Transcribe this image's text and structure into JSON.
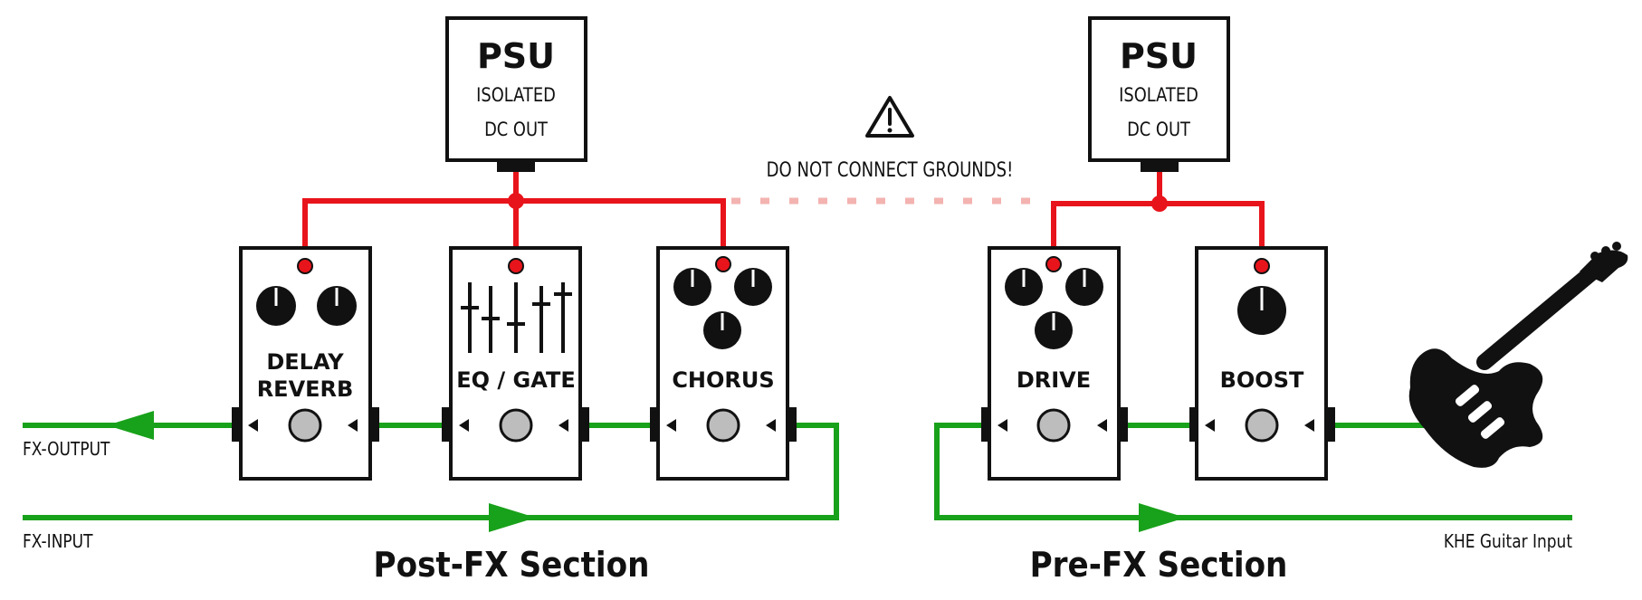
{
  "colors": {
    "power": "#e8141b",
    "power_dashed": "#f3b3b0",
    "signal": "#18a11a",
    "outline": "#111111",
    "led": "#e8141b",
    "footswitch": "#bdbdbd"
  },
  "psu_left": {
    "title": "PSU",
    "line1": "ISOLATED",
    "line2": "DC OUT"
  },
  "psu_right": {
    "title": "PSU",
    "line1": "ISOLATED",
    "line2": "DC OUT"
  },
  "warning": {
    "icon": "warning-triangle-icon",
    "text": "DO NOT CONNECT GROUNDS!"
  },
  "pedals": {
    "delay": {
      "line1": "DELAY",
      "line2": "REVERB"
    },
    "eq": {
      "label": "EQ / GATE"
    },
    "chorus": {
      "label": "CHORUS"
    },
    "drive": {
      "label": "DRIVE"
    },
    "boost": {
      "label": "BOOST"
    }
  },
  "io": {
    "fx_output": "FX-OUTPUT",
    "fx_input": "FX-INPUT",
    "guitar_input": "KHE Guitar Input"
  },
  "sections": {
    "post": "Post-FX Section",
    "pre": "Pre-FX Section"
  },
  "guitar_icon": "electric-guitar-icon"
}
